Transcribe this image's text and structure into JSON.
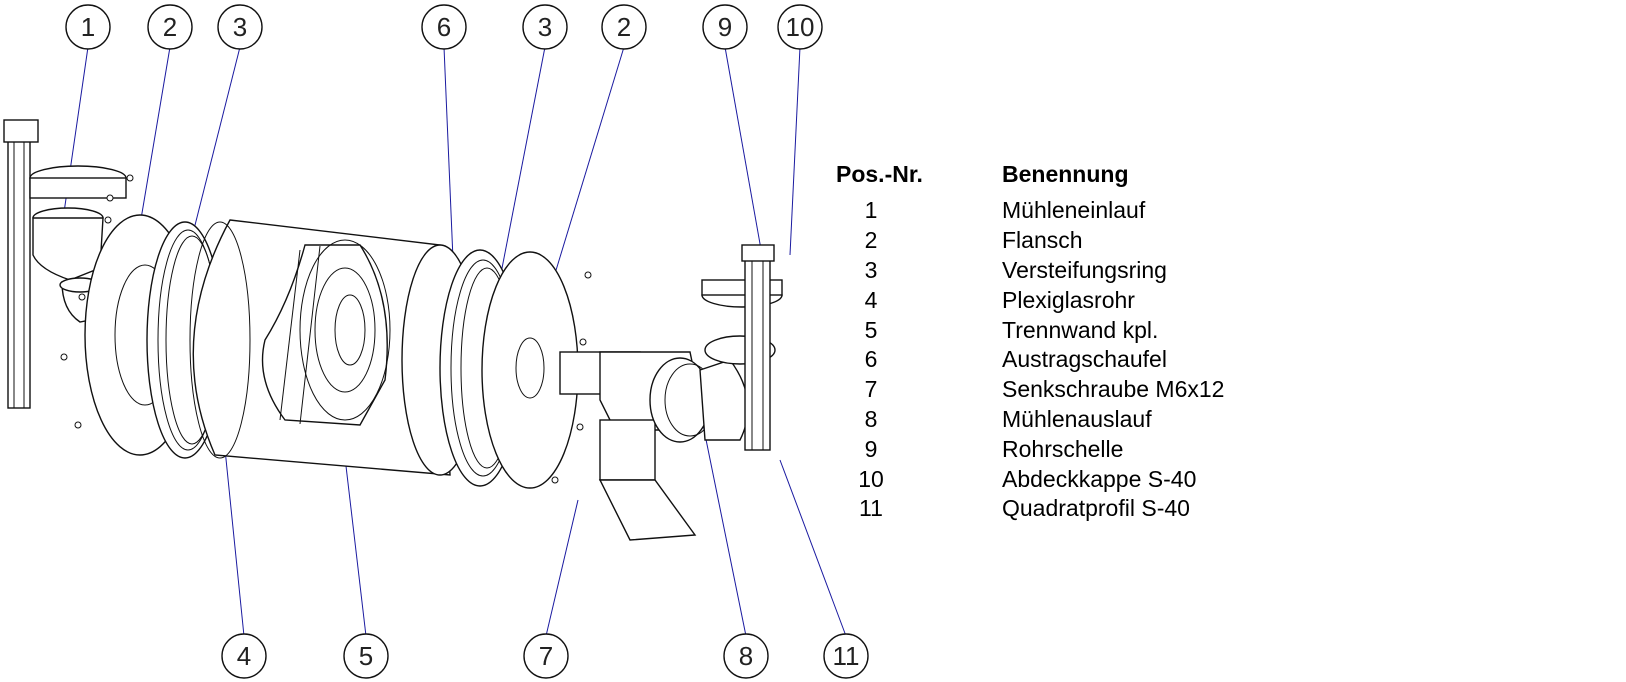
{
  "callouts": [
    "1",
    "2",
    "3",
    "6",
    "3",
    "2",
    "9",
    "10",
    "4",
    "5",
    "7",
    "8",
    "11"
  ],
  "table": {
    "header_pos": "Pos.-Nr.",
    "header_name": "Benennung",
    "rows": [
      {
        "pos": "1",
        "name": "Mühleneinlauf"
      },
      {
        "pos": "2",
        "name": "Flansch"
      },
      {
        "pos": "3",
        "name": "Versteifungsring"
      },
      {
        "pos": "4",
        "name": "Plexiglasrohr"
      },
      {
        "pos": "5",
        "name": "Trennwand kpl."
      },
      {
        "pos": "6",
        "name": "Austragschaufel"
      },
      {
        "pos": "7",
        "name": "Senkschraube M6x12"
      },
      {
        "pos": "8",
        "name": "Mühlenauslauf"
      },
      {
        "pos": "9",
        "name": "Rohrschelle"
      },
      {
        "pos": "10",
        "name": "Abdeckkappe S-40"
      },
      {
        "pos": "11",
        "name": "Quadratprofil S-40"
      }
    ]
  },
  "colors": {
    "leader": "#1a1aa0",
    "outline": "#111111"
  }
}
